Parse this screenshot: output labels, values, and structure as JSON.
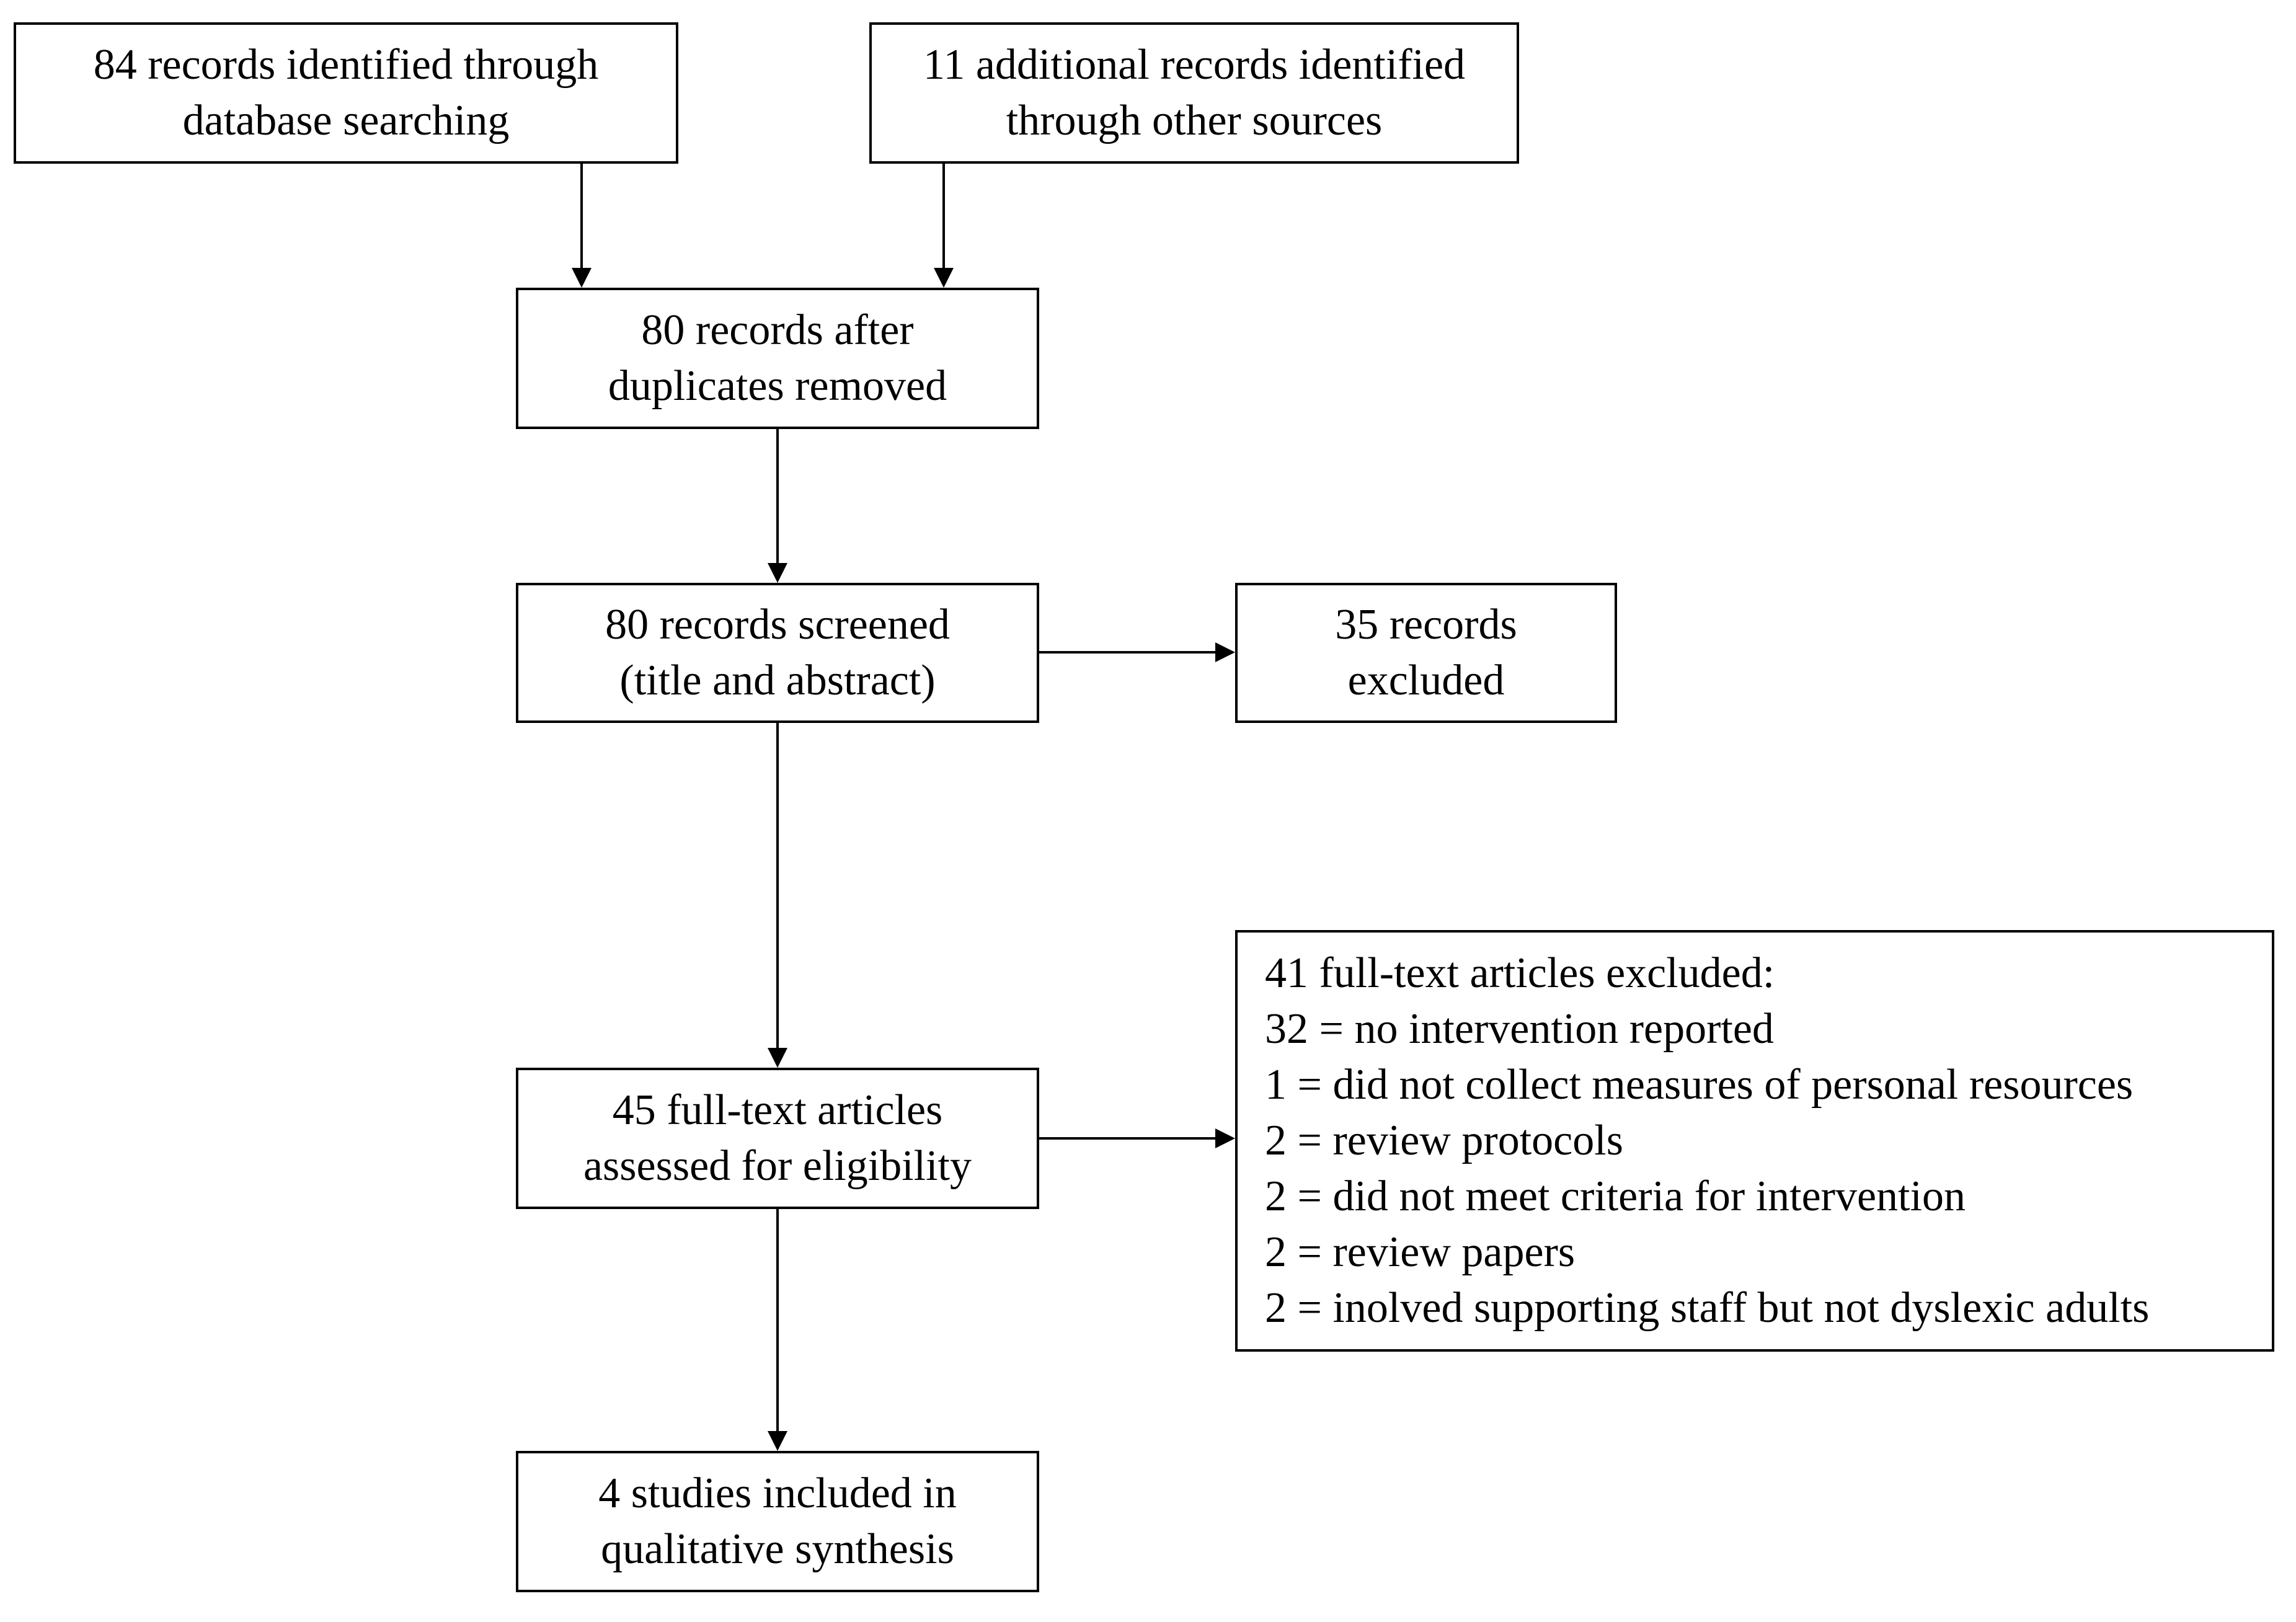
{
  "boxes": {
    "database_records": {
      "lines": [
        "84 records identified through",
        "database searching"
      ]
    },
    "other_sources": {
      "lines": [
        "11 additional records identified",
        "through other sources"
      ]
    },
    "after_duplicates": {
      "lines": [
        "80 records after",
        "duplicates removed"
      ]
    },
    "screened": {
      "lines": [
        "80 records screened",
        "(title and abstract)"
      ]
    },
    "excluded_screening": {
      "lines": [
        "35 records",
        "excluded"
      ]
    },
    "full_text_assessed": {
      "lines": [
        "45 full-text articles",
        "assessed for eligibility"
      ]
    },
    "full_text_excluded": {
      "lines": [
        "41 full-text articles excluded:",
        "32 = no intervention reported",
        "1 = did not collect measures of personal resources",
        "2 = review protocols",
        "2 = did not meet criteria for intervention",
        "2 = review papers",
        "2 = inolved supporting staff but not dyslexic adults"
      ]
    },
    "included": {
      "lines": [
        "4 studies included in",
        "qualitative synthesis"
      ]
    }
  }
}
